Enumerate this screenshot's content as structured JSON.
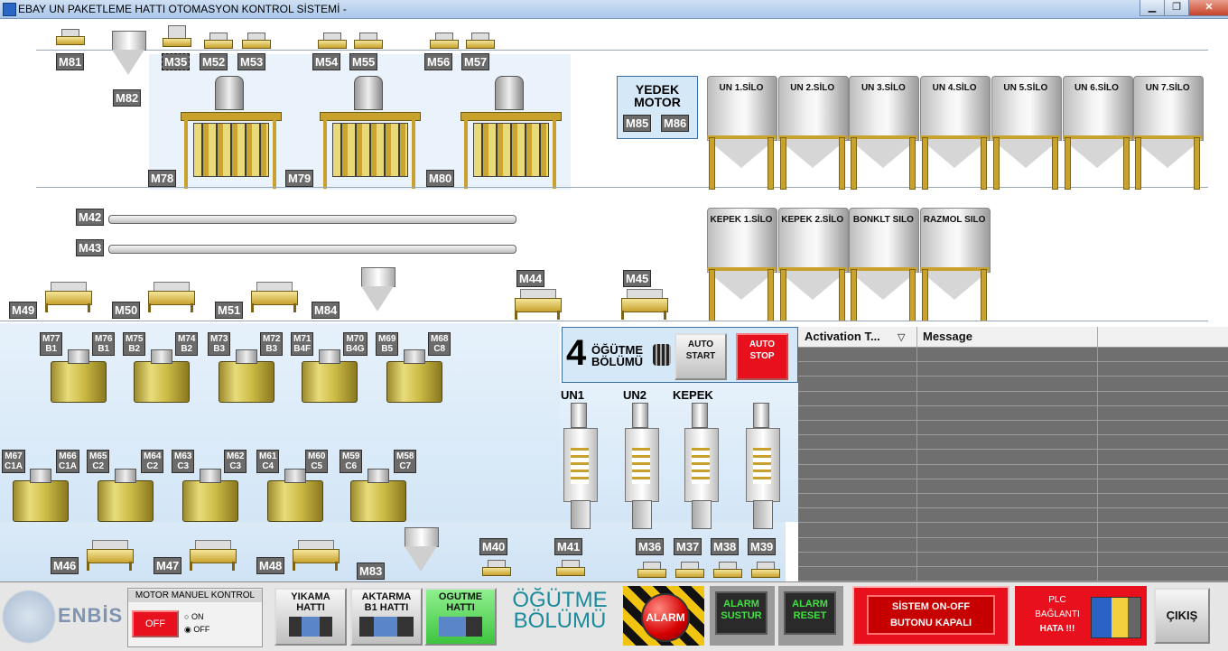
{
  "window": {
    "title": "EBAY UN PAKETLEME HATTI OTOMASYON KONTROL SİSTEMİ -",
    "minimize": "▁",
    "maximize": "❐",
    "close": "✕"
  },
  "top_machines": {
    "m81": "M81",
    "m82": "M82",
    "m35": "M35",
    "m52": "M52",
    "m53": "M53",
    "m54": "M54",
    "m55": "M55",
    "m56": "M56",
    "m57": "M57",
    "m78": "M78",
    "m79": "M79",
    "m80": "M80"
  },
  "yedek": {
    "line1": "YEDEK",
    "line2": "MOTOR",
    "m85": "M85",
    "m86": "M86"
  },
  "un_silos": [
    "UN 1.SİLO",
    "UN 2.SİLO",
    "UN 3.SİLO",
    "UN 4.SİLO",
    "UN 5.SİLO",
    "UN 6.SİLO",
    "UN 7.SİLO"
  ],
  "other_silos": [
    "KEPEK 1.SİLO",
    "KEPEK 2.SİLO",
    "BONKLT SILO",
    "RAZMOL SILO"
  ],
  "conveyors": {
    "m42": "M42",
    "m43": "M43"
  },
  "row_machines": {
    "m49": "M49",
    "m50": "M50",
    "m51": "M51",
    "m84": "M84",
    "m44": "M44",
    "m45": "M45"
  },
  "pack_row1": [
    [
      "M77",
      "B1"
    ],
    [
      "M76",
      "B1"
    ],
    [
      "M75",
      "B2"
    ],
    [
      "M74",
      "B2"
    ],
    [
      "M73",
      "B3"
    ],
    [
      "M72",
      "B3"
    ],
    [
      "M71",
      "B4F"
    ],
    [
      "M70",
      "B4G"
    ],
    [
      "M69",
      "B5"
    ],
    [
      "M68",
      "C8"
    ]
  ],
  "pack_row2": [
    [
      "M67",
      "C1A"
    ],
    [
      "M66",
      "C1A"
    ],
    [
      "M65",
      "C2"
    ],
    [
      "M64",
      "C2"
    ],
    [
      "M63",
      "C3"
    ],
    [
      "M62",
      "C3"
    ],
    [
      "M61",
      "C4"
    ],
    [
      "M60",
      "C5"
    ],
    [
      "M59",
      "C6"
    ],
    [
      "M58",
      "C7"
    ]
  ],
  "bottom_machines": {
    "m46": "M46",
    "m47": "M47",
    "m48": "M48",
    "m83": "M83",
    "m40": "M40",
    "m41": "M41",
    "m36": "M36",
    "m37": "M37",
    "m38": "M38",
    "m39": "M39"
  },
  "ogutme": {
    "number": "4",
    "line1": "ÖĞÜTME",
    "line2": "BÖLÜMÜ",
    "auto_start": "AUTO START",
    "auto_stop": "AUTO STOP",
    "un1": "UN1",
    "un2": "UN2",
    "kepek": "KEPEK"
  },
  "alarm_table": {
    "col1": "Activation T...",
    "col2": "Message",
    "sort_glyph": "▽"
  },
  "bottom_bar": {
    "logo": "ENBİS",
    "motor_manuel_title": "MOTOR MANUEL KONTROL",
    "off_button": "OFF",
    "radio_on": "ON",
    "radio_off": "OFF",
    "yikama_line1": "YIKAMA",
    "yikama_line2": "HATTI",
    "aktarma_line1": "AKTARMA",
    "aktarma_line2": "B1 HATTI",
    "ogutme_hatti_line1": "OGUTME",
    "ogutme_hatti_line2": "HATTI",
    "ogutme_bolumu_line1": "ÖĞÜTME",
    "ogutme_bolumu_line2": "BÖLÜMÜ",
    "alarm": "ALARM",
    "alarm_sustur_line1": "ALARM",
    "alarm_sustur_line2": "SUSTUR",
    "alarm_reset_line1": "ALARM",
    "alarm_reset_line2": "RESET",
    "sistem_line1": "SİSTEM ON-OFF",
    "sistem_line2": "BUTONU KAPALI",
    "plc_line1": "PLC",
    "plc_line2": "BAĞLANTI",
    "plc_line3": "HATA !!!",
    "exit": "ÇIKIŞ"
  },
  "colors": {
    "accent_red": "#e8101c",
    "panel_blue": "#dcebf8",
    "machine_gold": "#c9a22d",
    "alarm_table_gray": "#6f6f6f"
  }
}
